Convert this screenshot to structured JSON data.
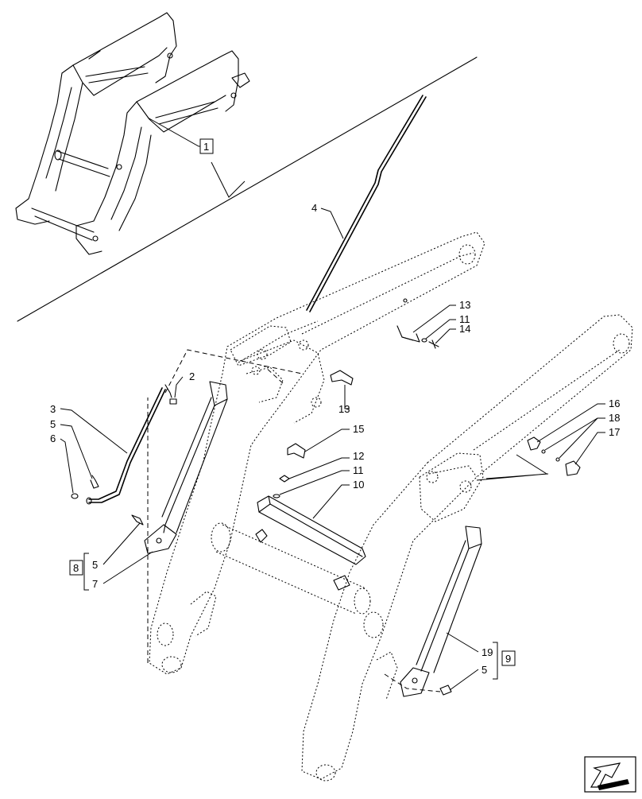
{
  "callouts": {
    "ref_1": "1",
    "c2": "2",
    "c3": "3",
    "c4": "4",
    "c5a": "5",
    "c6": "6",
    "c13a": "13",
    "c11a": "11",
    "c14": "14",
    "c13b": "13",
    "c15": "15",
    "c12": "12",
    "c11b": "11",
    "c10": "10",
    "c16": "16",
    "c18": "18",
    "c17": "17",
    "c19": "19",
    "c5c": "5"
  },
  "groups": {
    "left": {
      "ref": "8",
      "items": [
        "5",
        "7"
      ]
    },
    "right": {
      "ref": "9",
      "items": [
        "19",
        "5"
      ]
    }
  },
  "nav_icon": "next-page-arrow-icon"
}
